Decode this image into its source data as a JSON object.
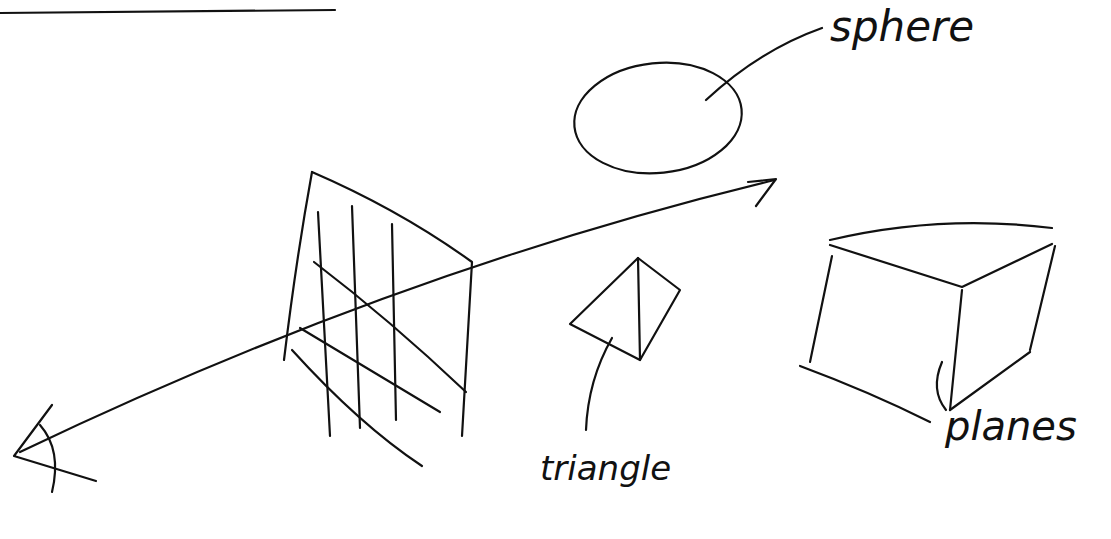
{
  "diagram": {
    "labels": [
      "sphere",
      "triangle",
      "planes"
    ]
  }
}
